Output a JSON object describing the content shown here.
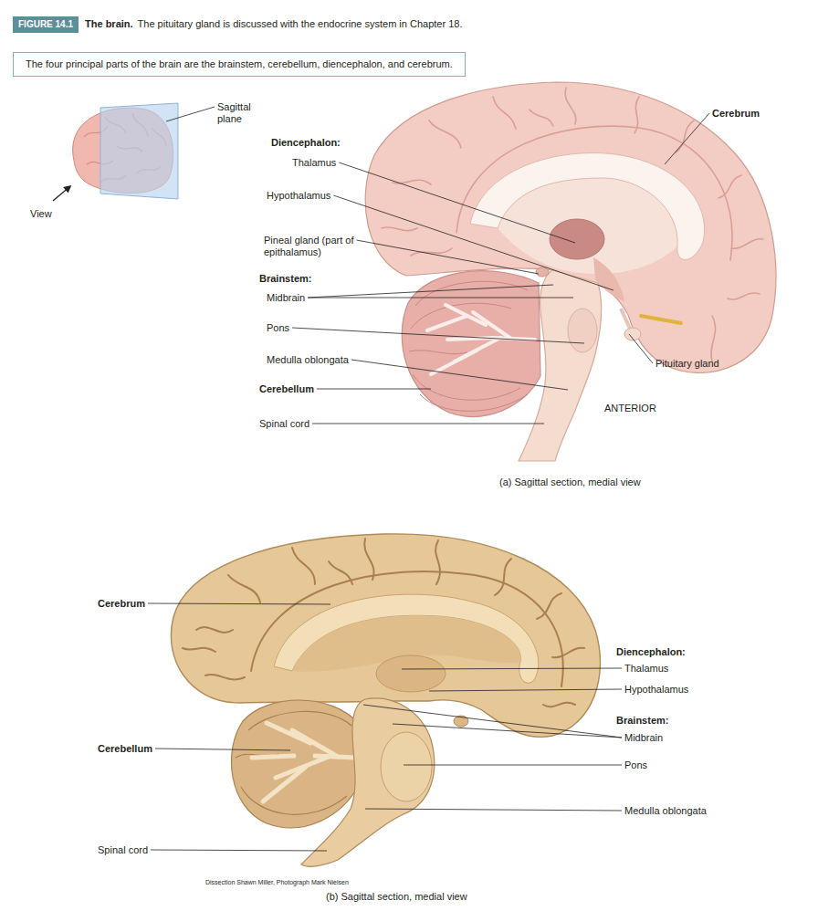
{
  "diagram": {
    "title": "The brain.",
    "nodes": [
      {
        "text": [
          "FIGURE 14.1"
        ]
      },
      {
        "text": [
          "The four principal parts of the brain are the brainstem, cerebellum, diencephalon, and cerebrum."
        ]
      }
    ],
    "labels": [
      "The pituitary gland is discussed with the endocrine system in Chapter 18.",
      "Sagittal plane",
      "View",
      "Diencephalon:",
      "Thalamus",
      "Hypothalamus",
      "Pineal gland (part of epithalamus)",
      "Brainstem:",
      "Midbrain",
      "Pons",
      "Medulla oblongata",
      "Cerebellum",
      "Spinal cord",
      "Cerebrum",
      "Pituitary gland",
      "ANTERIOR",
      "(a) Sagittal section, medial view",
      "Cerebrum",
      "Cerebellum",
      "Spinal cord",
      "Diencephalon:",
      "Thalamus",
      "Hypothalamus",
      "Brainstem:",
      "Midbrain",
      "Pons",
      "Medulla oblongata",
      "Dissection Shawn Miller, Photograph Mark Nielsen",
      "(b) Sagittal section, medial view"
    ]
  }
}
